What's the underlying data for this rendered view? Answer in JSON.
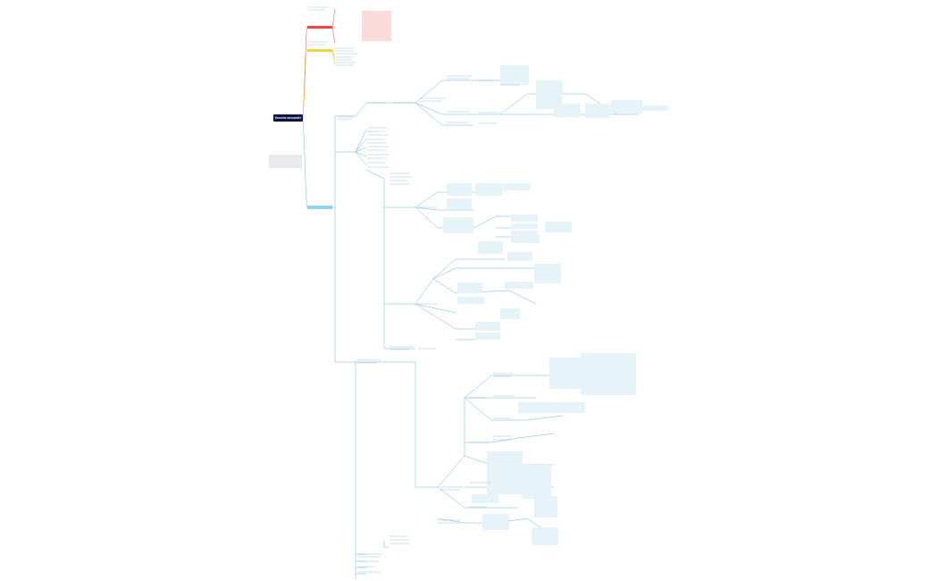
{
  "root": {
    "title": "Derecho mercantil I"
  },
  "note": {
    "text": ""
  },
  "branches": [
    {
      "id": "b-red",
      "color": "#e84a4a",
      "label": ""
    },
    {
      "id": "b-yellow",
      "color": "#f3d23b",
      "label": ""
    },
    {
      "id": "b-blue",
      "color": "#8fd3ef",
      "label": ""
    }
  ],
  "colors": {
    "line_main": "#6fb6d8",
    "line_red": "#e84a4a",
    "line_yellow": "#f3c21b",
    "node_bg": "#e6f4fa",
    "pink_bg": "#fbdada",
    "root_bg": "#0a1440"
  }
}
